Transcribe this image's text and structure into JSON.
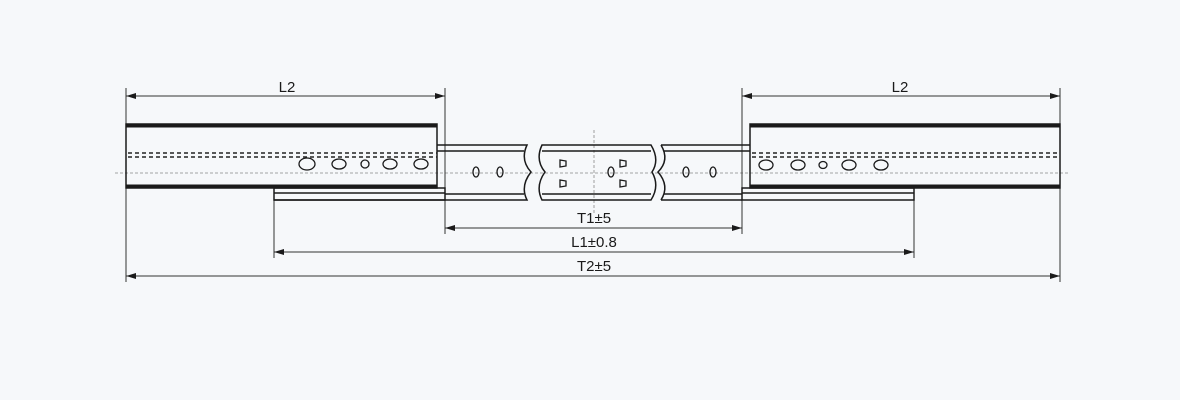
{
  "drawing": {
    "dimensions": {
      "left_rail_length": "L2",
      "right_rail_length": "L2",
      "middle_travel": "T1±5",
      "closed_length": "L1±0.8",
      "total_travel": "T2±5"
    },
    "line_color": "#1a1a1a",
    "background_color": "#f6f8fa"
  }
}
